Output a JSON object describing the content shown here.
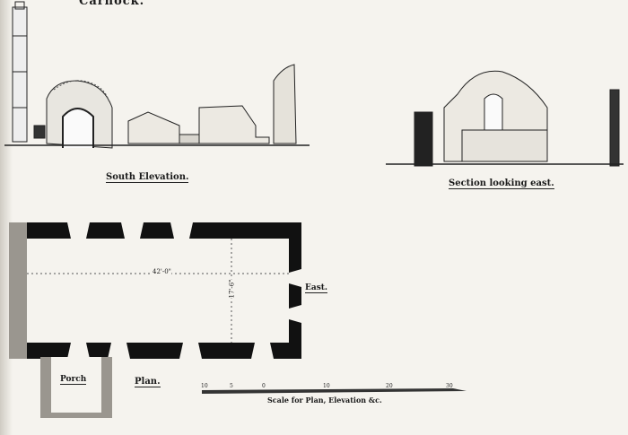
{
  "title": "Carnock.",
  "captions": {
    "south_elevation": "South Elevation.",
    "section": "Section looking east.",
    "plan": "Plan.",
    "porch": "Porch",
    "east": "East.",
    "scale": "Scale for Plan, Elevation &c."
  },
  "dimensions": {
    "length": "42'-0\"",
    "width": "17'-6\""
  },
  "scale_ticks": [
    "10",
    "5",
    "0",
    "10",
    "20",
    "30"
  ]
}
